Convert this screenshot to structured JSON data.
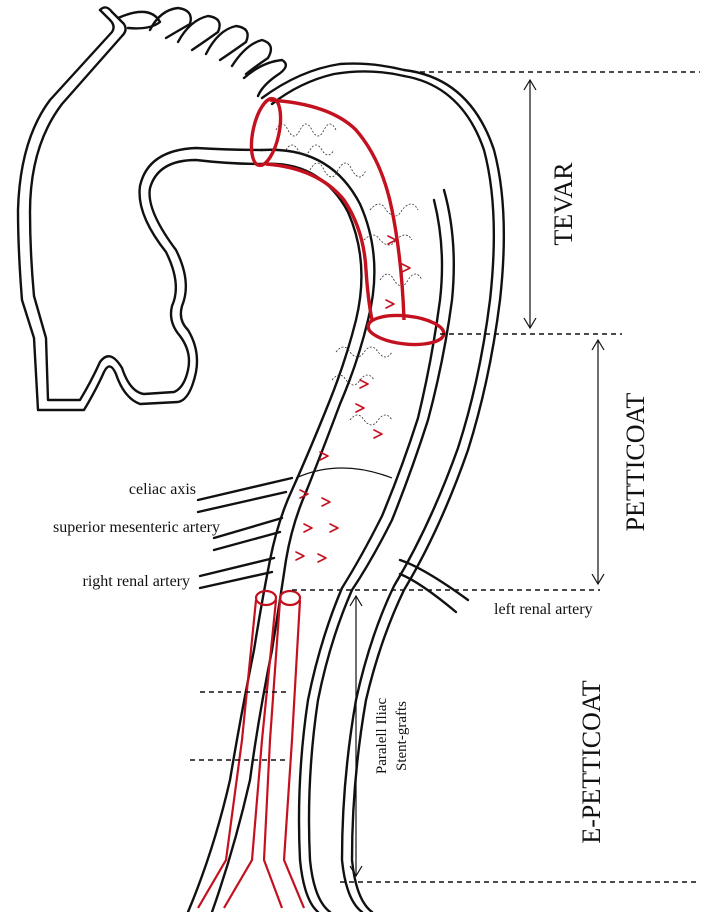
{
  "labels": {
    "tevar": "TEVAR",
    "petticoat": "PETTICOAT",
    "e_petticoat": "E-PETTICOAT",
    "celiac_axis": "celiac axis",
    "superior_mesenteric_artery": "superior mesenteric artery",
    "right_renal_artery": "right renal artery",
    "left_renal_artery": "left renal artery",
    "stent_grafts_line1": "Paralell Iliac",
    "stent_grafts_line2": "Stent-grafts"
  },
  "colors": {
    "vessel_outline": "#111111",
    "stent_graft": "#c4111f"
  }
}
